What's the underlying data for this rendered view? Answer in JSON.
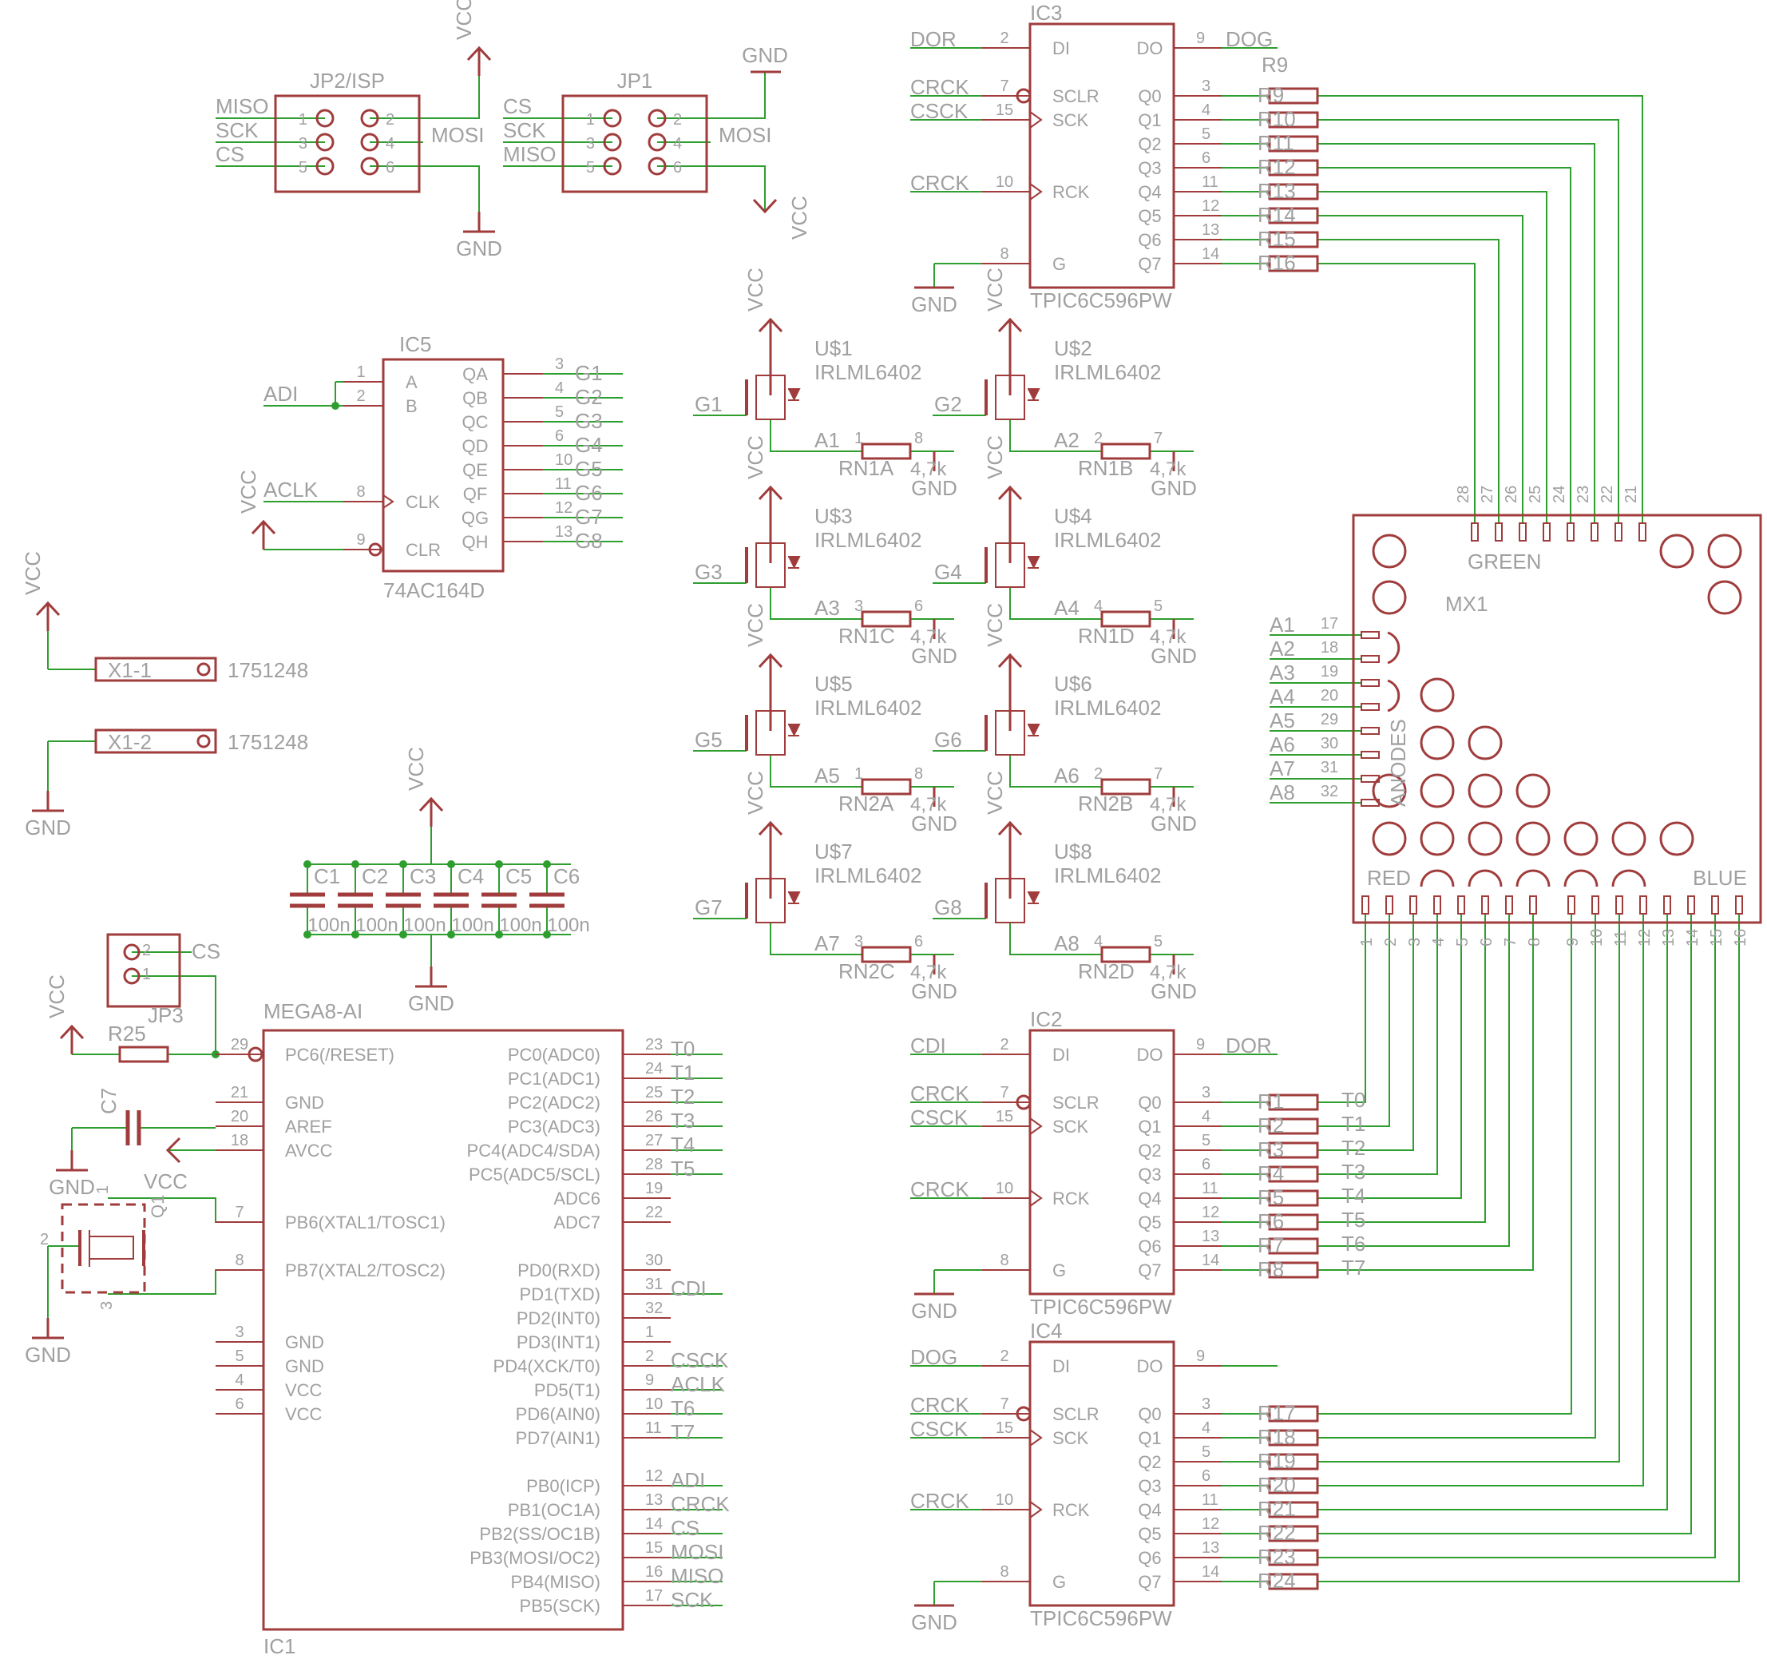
{
  "colors": {
    "body": "#a03c3c",
    "wire": "#2e9e2e",
    "text": "#a0a0a0",
    "junction": "#2e9e2e"
  },
  "power": {
    "vcc": "VCC",
    "gnd": "GND"
  },
  "jp2": {
    "name": "JP2/ISP",
    "pins": [
      "1",
      "2",
      "3",
      "4",
      "5",
      "6"
    ],
    "left": [
      "MISO",
      "SCK",
      "CS"
    ],
    "right": [
      "MOSI"
    ]
  },
  "jp1": {
    "name": "JP1",
    "pins": [
      "1",
      "2",
      "3",
      "4",
      "5",
      "6"
    ],
    "left": [
      "CS",
      "SCK",
      "MISO"
    ],
    "right": [
      "MOSI"
    ]
  },
  "ic5": {
    "name": "IC5",
    "part": "74AC164D",
    "left_pins": [
      {
        "num": "1",
        "fn": "A"
      },
      {
        "num": "2",
        "fn": "B"
      },
      {
        "num": "8",
        "fn": "CLK"
      },
      {
        "num": "9",
        "fn": "CLR"
      }
    ],
    "right_pins": [
      {
        "num": "3",
        "fn": "QA",
        "net": "G1"
      },
      {
        "num": "4",
        "fn": "QB",
        "net": "G2"
      },
      {
        "num": "5",
        "fn": "QC",
        "net": "G3"
      },
      {
        "num": "6",
        "fn": "QD",
        "net": "G4"
      },
      {
        "num": "10",
        "fn": "QE",
        "net": "G5"
      },
      {
        "num": "11",
        "fn": "QF",
        "net": "G6"
      },
      {
        "num": "12",
        "fn": "QG",
        "net": "G7"
      },
      {
        "num": "13",
        "fn": "QH",
        "net": "G8"
      }
    ],
    "nets": {
      "adi": "ADI",
      "aclk": "ACLK"
    }
  },
  "x1": {
    "pins": [
      "X1-1",
      "X1-2"
    ],
    "part": "1751248"
  },
  "fets": [
    {
      "name": "U$1",
      "part": "IRLML6402",
      "gate": "G1",
      "anode": "A1",
      "rn": "RN1A",
      "p1": "1",
      "p2": "8",
      "val": "4,7k"
    },
    {
      "name": "U$2",
      "part": "IRLML6402",
      "gate": "G2",
      "anode": "A2",
      "rn": "RN1B",
      "p1": "2",
      "p2": "7",
      "val": "4,7k"
    },
    {
      "name": "U$3",
      "part": "IRLML6402",
      "gate": "G3",
      "anode": "A3",
      "rn": "RN1C",
      "p1": "3",
      "p2": "6",
      "val": "4,7k"
    },
    {
      "name": "U$4",
      "part": "IRLML6402",
      "gate": "G4",
      "anode": "A4",
      "rn": "RN1D",
      "p1": "4",
      "p2": "5",
      "val": "4,7k"
    },
    {
      "name": "U$5",
      "part": "IRLML6402",
      "gate": "G5",
      "anode": "A5",
      "rn": "RN2A",
      "p1": "1",
      "p2": "8",
      "val": "4,7k"
    },
    {
      "name": "U$6",
      "part": "IRLML6402",
      "gate": "G6",
      "anode": "A6",
      "rn": "RN2B",
      "p1": "2",
      "p2": "7",
      "val": "4,7k"
    },
    {
      "name": "U$7",
      "part": "IRLML6402",
      "gate": "G7",
      "anode": "A7",
      "rn": "RN2C",
      "p1": "3",
      "p2": "6",
      "val": "4,7k"
    },
    {
      "name": "U$8",
      "part": "IRLML6402",
      "gate": "G8",
      "anode": "A8",
      "rn": "RN2D",
      "p1": "4",
      "p2": "5",
      "val": "4,7k"
    }
  ],
  "caps": {
    "names": [
      "C1",
      "C2",
      "C3",
      "C4",
      "C5",
      "C6"
    ],
    "values": [
      "100n",
      "100n",
      "100n",
      "100n",
      "100n",
      "100n"
    ]
  },
  "jp3": {
    "name": "JP3",
    "pins": [
      "2",
      "1"
    ],
    "net": "CS"
  },
  "r25": "R25",
  "c7": "C7",
  "q1": {
    "name": "Q1",
    "pins": [
      "1",
      "2",
      "3"
    ]
  },
  "ic1": {
    "name": "IC1",
    "part": "MEGA8-AI",
    "left_pins": [
      {
        "num": "29",
        "fn": "PC6(/RESET)"
      },
      {
        "num": "21",
        "fn": "GND"
      },
      {
        "num": "20",
        "fn": "AREF"
      },
      {
        "num": "18",
        "fn": "AVCC"
      },
      {
        "num": "7",
        "fn": "PB6(XTAL1/TOSC1)"
      },
      {
        "num": "8",
        "fn": "PB7(XTAL2/TOSC2)"
      },
      {
        "num": "3",
        "fn": "GND"
      },
      {
        "num": "5",
        "fn": "GND"
      },
      {
        "num": "4",
        "fn": "VCC"
      },
      {
        "num": "6",
        "fn": "VCC"
      }
    ],
    "right_pins": [
      {
        "num": "23",
        "fn": "PC0(ADC0)",
        "net": "T0"
      },
      {
        "num": "24",
        "fn": "PC1(ADC1)",
        "net": "T1"
      },
      {
        "num": "25",
        "fn": "PC2(ADC2)",
        "net": "T2"
      },
      {
        "num": "26",
        "fn": "PC3(ADC3)",
        "net": "T3"
      },
      {
        "num": "27",
        "fn": "PC4(ADC4/SDA)",
        "net": "T4"
      },
      {
        "num": "28",
        "fn": "PC5(ADC5/SCL)",
        "net": "T5"
      },
      {
        "num": "19",
        "fn": "ADC6",
        "net": ""
      },
      {
        "num": "22",
        "fn": "ADC7",
        "net": ""
      },
      {
        "num": "30",
        "fn": "PD0(RXD)",
        "net": ""
      },
      {
        "num": "31",
        "fn": "PD1(TXD)",
        "net": "CDI"
      },
      {
        "num": "32",
        "fn": "PD2(INT0)",
        "net": ""
      },
      {
        "num": "1",
        "fn": "PD3(INT1)",
        "net": ""
      },
      {
        "num": "2",
        "fn": "PD4(XCK/T0)",
        "net": "CSCK"
      },
      {
        "num": "9",
        "fn": "PD5(T1)",
        "net": "ACLK"
      },
      {
        "num": "10",
        "fn": "PD6(AIN0)",
        "net": "T6"
      },
      {
        "num": "11",
        "fn": "PD7(AIN1)",
        "net": "T7"
      },
      {
        "num": "12",
        "fn": "PB0(ICP)",
        "net": "ADI"
      },
      {
        "num": "13",
        "fn": "PB1(OC1A)",
        "net": "CRCK"
      },
      {
        "num": "14",
        "fn": "PB2(SS/OC1B)",
        "net": "CS"
      },
      {
        "num": "15",
        "fn": "PB3(MOSI/OC2)",
        "net": "MOSI"
      },
      {
        "num": "16",
        "fn": "PB4(MISO)",
        "net": "MISO"
      },
      {
        "num": "17",
        "fn": "PB5(SCK)",
        "net": "SCK"
      }
    ]
  },
  "tpic_pins": {
    "left": [
      {
        "num": "2",
        "fn": "DI"
      },
      {
        "num": "7",
        "fn": "SCLR"
      },
      {
        "num": "15",
        "fn": "SCK"
      },
      {
        "num": "10",
        "fn": "RCK"
      },
      {
        "num": "8",
        "fn": "G"
      }
    ],
    "do": {
      "num": "9",
      "fn": "DO"
    },
    "outs": [
      {
        "num": "3",
        "fn": "Q0"
      },
      {
        "num": "4",
        "fn": "Q1"
      },
      {
        "num": "5",
        "fn": "Q2"
      },
      {
        "num": "6",
        "fn": "Q3"
      },
      {
        "num": "11",
        "fn": "Q4"
      },
      {
        "num": "12",
        "fn": "Q5"
      },
      {
        "num": "13",
        "fn": "Q6"
      },
      {
        "num": "14",
        "fn": "Q7"
      }
    ]
  },
  "ic3": {
    "name": "IC3",
    "part": "TPIC6C596PW",
    "in_nets": [
      "DOR",
      "CRCK",
      "CSCK",
      "CRCK"
    ],
    "do_net": "DOG",
    "rlabels": [
      "R9",
      "R10",
      "R11",
      "R12",
      "R13",
      "R14",
      "R15",
      "R16"
    ],
    "out_nets": []
  },
  "ic2": {
    "name": "IC2",
    "part": "TPIC6C596PW",
    "in_nets": [
      "CDI",
      "CRCK",
      "CSCK",
      "CRCK"
    ],
    "do_net": "DOR",
    "rlabels": [
      "R1",
      "R2",
      "R3",
      "R4",
      "R5",
      "R6",
      "R7",
      "R8"
    ],
    "out_nets": [
      "T0",
      "T1",
      "T2",
      "T3",
      "T4",
      "T5",
      "T6",
      "T7"
    ]
  },
  "ic4": {
    "name": "IC4",
    "part": "TPIC6C596PW",
    "in_nets": [
      "DOG",
      "CRCK",
      "CSCK",
      "CRCK"
    ],
    "do_net": "",
    "rlabels": [
      "R17",
      "R18",
      "R19",
      "R20",
      "R21",
      "R22",
      "R23",
      "R24"
    ],
    "out_nets": []
  },
  "mx1": {
    "name": "MX1",
    "green": "GREEN",
    "red": "RED",
    "blue": "BLUE",
    "anodes": "ANODES",
    "top_pins": [
      "28",
      "27",
      "26",
      "25",
      "24",
      "23",
      "22",
      "21"
    ],
    "left_pins": [
      {
        "net": "A1",
        "num": "17"
      },
      {
        "net": "A2",
        "num": "18"
      },
      {
        "net": "A3",
        "num": "19"
      },
      {
        "net": "A4",
        "num": "20"
      },
      {
        "net": "A5",
        "num": "29"
      },
      {
        "net": "A6",
        "num": "30"
      },
      {
        "net": "A7",
        "num": "31"
      },
      {
        "net": "A8",
        "num": "32"
      }
    ],
    "bottom_pins": [
      "1",
      "2",
      "3",
      "4",
      "5",
      "6",
      "7",
      "8",
      "9",
      "10",
      "11",
      "12",
      "13",
      "14",
      "15",
      "16"
    ]
  }
}
